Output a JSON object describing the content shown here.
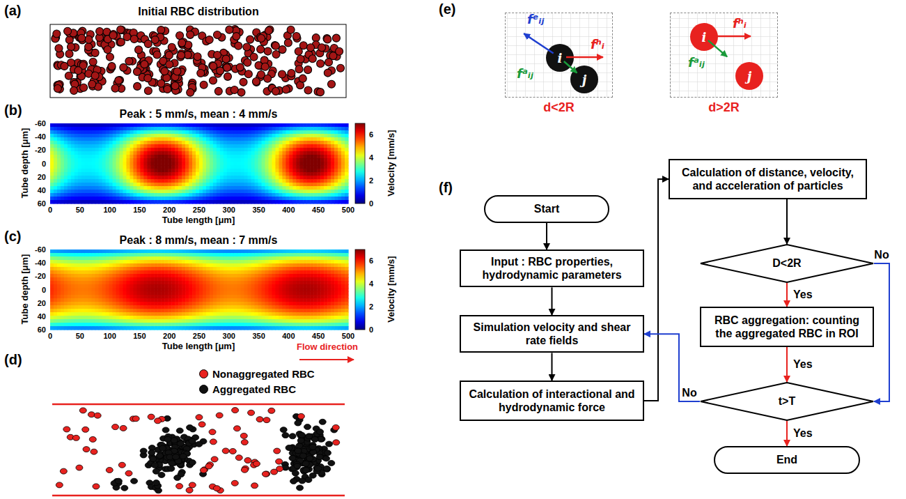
{
  "diagram": {
    "nodes": [
      {
        "text": [
          "d<2R"
        ]
      },
      {
        "text": [
          "i"
        ],
        "in": 0
      },
      {
        "text": [
          "j"
        ],
        "in": 0
      },
      {
        "text": [
          "d>2R"
        ]
      },
      {
        "text": [
          "i"
        ],
        "in": 3
      },
      {
        "text": [
          "j"
        ],
        "in": 3
      },
      {
        "text": [
          "Start"
        ]
      },
      {
        "text": [
          "Input : RBC properties, hydrodynamic parameters"
        ]
      },
      {
        "text": [
          "Simulation velocity and shear rate fields"
        ]
      },
      {
        "text": [
          "Calculation of interactional and hydrodynamic force"
        ]
      },
      {
        "text": [
          "Calculation of distance, velocity, and acceleration of particles"
        ]
      },
      {
        "text": [
          "D<2R"
        ]
      },
      {
        "text": [
          "RBC aggregation: counting the aggregated RBC in ROI"
        ]
      },
      {
        "text": [
          "t>T"
        ]
      },
      {
        "text": [
          "End"
        ]
      }
    ],
    "edges": [
      {
        "from": 6,
        "to": 7,
        "arrow": "to"
      },
      {
        "from": 7,
        "to": 8,
        "arrow": "to"
      },
      {
        "from": 8,
        "to": 9,
        "arrow": "to"
      },
      {
        "from": 9,
        "to": 10,
        "arrow": "to"
      },
      {
        "from": 10,
        "to": 11,
        "arrow": "to"
      },
      {
        "from": 11,
        "to": 12,
        "label": "Yes",
        "arrow": "to"
      },
      {
        "from": 11,
        "to": 13,
        "label": "No",
        "arrow": "to"
      },
      {
        "from": 12,
        "to": 13,
        "label": "Yes",
        "arrow": "to"
      },
      {
        "from": 13,
        "to": 14,
        "label": "Yes",
        "arrow": "to"
      },
      {
        "from": 13,
        "to": 8,
        "label": "No",
        "arrow": "to"
      }
    ],
    "labels": [
      "(a)",
      "Initial RBC distribution",
      "(b)",
      "Peak : 5 mm/s, mean : 4 mm/s",
      "Tube depth [μm]",
      "-60",
      "-40",
      "-20",
      "0",
      "20",
      "40",
      "60",
      "0",
      "50",
      "100",
      "150",
      "200",
      "250",
      "300",
      "350",
      "400",
      "450",
      "500",
      "Tube length [μm]",
      "6",
      "4",
      "2",
      "0",
      "Velocity [mm/s]",
      "(c)",
      "Peak : 8 mm/s, mean : 7 mm/s",
      "Tube depth [μm]",
      "-60",
      "-40",
      "-20",
      "0",
      "20",
      "40",
      "60",
      "0",
      "50",
      "100",
      "150",
      "200",
      "250",
      "300",
      "350",
      "400",
      "450",
      "500",
      "Tube length [μm]",
      "6",
      "4",
      "2",
      "0",
      "Velocity [mm/s]",
      "Flow direction",
      "(d)",
      "(e)",
      "(f)",
      "fᵉᵢⱼ",
      "fʰᵢ",
      "fᵃᵢⱼ",
      "fʰᵢ",
      "fᵃᵢⱼ"
    ],
    "legend": [
      {
        "text": "Nonaggregated RBC",
        "color": "#e8221f"
      },
      {
        "text": "Aggregated RBC",
        "color": "#111111"
      }
    ]
  }
}
